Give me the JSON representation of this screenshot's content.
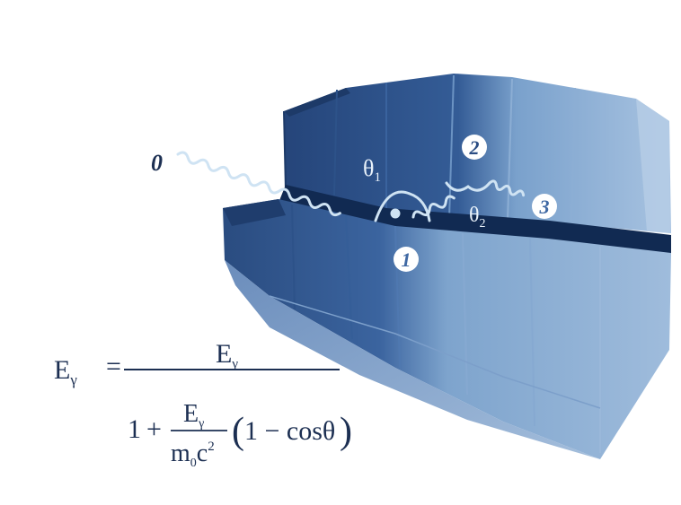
{
  "diagram": {
    "photon_labels": [
      "0",
      "1",
      "2",
      "3"
    ],
    "angle_labels": [
      "θ",
      "1",
      "θ",
      "2"
    ],
    "colors": {
      "background": "#ffffff",
      "crystal_dark": "#2b4d83",
      "crystal_mid": "#3f68a3",
      "crystal_light": "#7fa6cf",
      "crystal_pale": "#a9c4e2",
      "gap": "#0f2346",
      "photon_path": "#cfe3f3",
      "formula_text": "#1c2f52"
    }
  },
  "formula": {
    "lhs": "E",
    "lhs_sub": "γ",
    "equals": "=",
    "numerator": "E",
    "numerator_sub": "γ",
    "one": "1",
    "plus": "+",
    "inner_num": "E",
    "inner_num_sub": "γ",
    "inner_den_m": "m",
    "inner_den_sub": "0",
    "inner_den_c": "c",
    "inner_den_exp": "2",
    "paren_open": "(",
    "paren_content": "1 − cosθ",
    "paren_close": ")"
  }
}
